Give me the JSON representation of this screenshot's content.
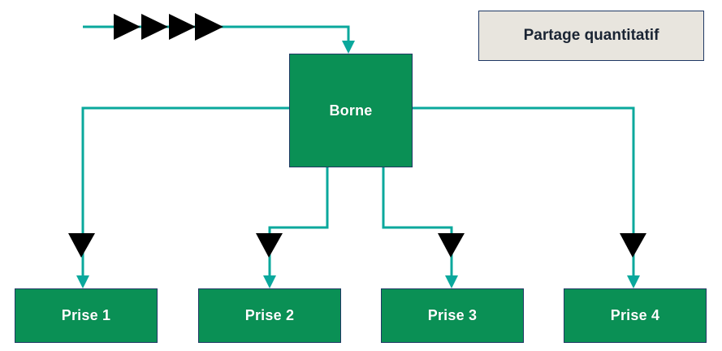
{
  "diagram": {
    "title_box": {
      "label": "Partage quantitatif"
    },
    "source_node": {
      "label": "Borne"
    },
    "outputs": [
      {
        "label": "Prise 1"
      },
      {
        "label": "Prise 2"
      },
      {
        "label": "Prise 3"
      },
      {
        "label": "Prise 4"
      }
    ],
    "icons": {
      "feed_arrow": "right-triangle-arrow-icon",
      "branch_arrow": "down-triangle-arrow-icon"
    },
    "colors": {
      "node_fill": "#0a9055",
      "node_border": "#1f3864",
      "node_text": "#ffffff",
      "wire": "#0aa89c",
      "arrow_black": "#000000",
      "legend_fill": "#e8e5de",
      "legend_border": "#1f3864",
      "legend_text": "#1a2433",
      "background": "#ffffff"
    }
  }
}
